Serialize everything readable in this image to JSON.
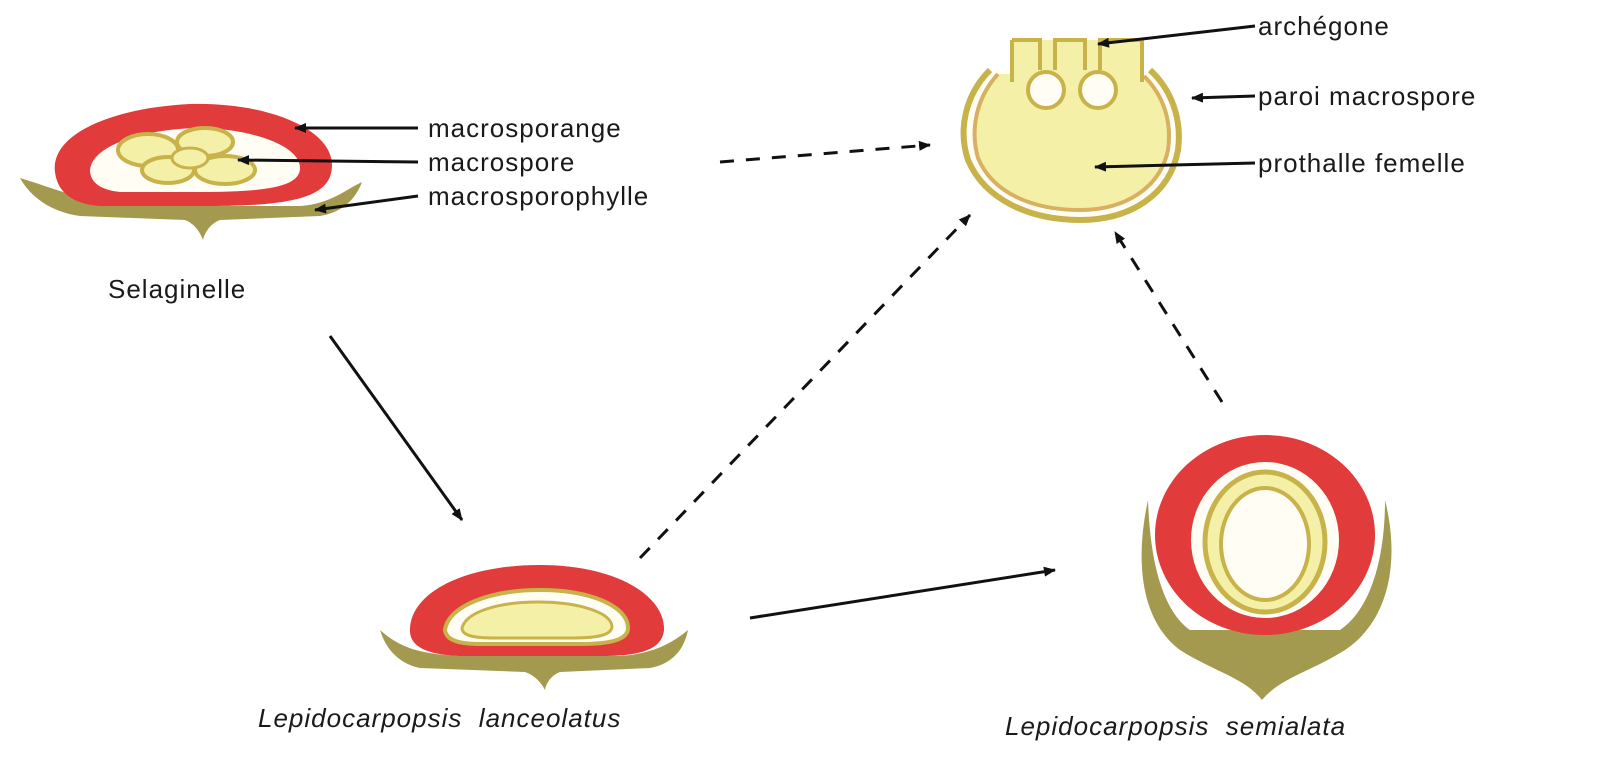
{
  "colors": {
    "sporangium_wall": "#e23b3b",
    "sporophyll": "#a39a4f",
    "spore_fill": "#f4f0a8",
    "spore_ring": "#c8b24a",
    "inner_white": "#fffdf4",
    "arrow": "#111111",
    "background": "#ffffff"
  },
  "labels": {
    "macrosporange": "macrosporange",
    "macrospore": "macrospore",
    "macrosporophylle": "macrosporophylle",
    "selaginelle": "Selaginelle",
    "archegone": "archégone",
    "paroi_macrospore": "paroi macrospore",
    "prothalle_femelle": "prothalle femelle",
    "lanceolatus": "Lepidocarpopsis  lanceolatus",
    "semialata": "Lepidocarpopsis  semialata"
  }
}
